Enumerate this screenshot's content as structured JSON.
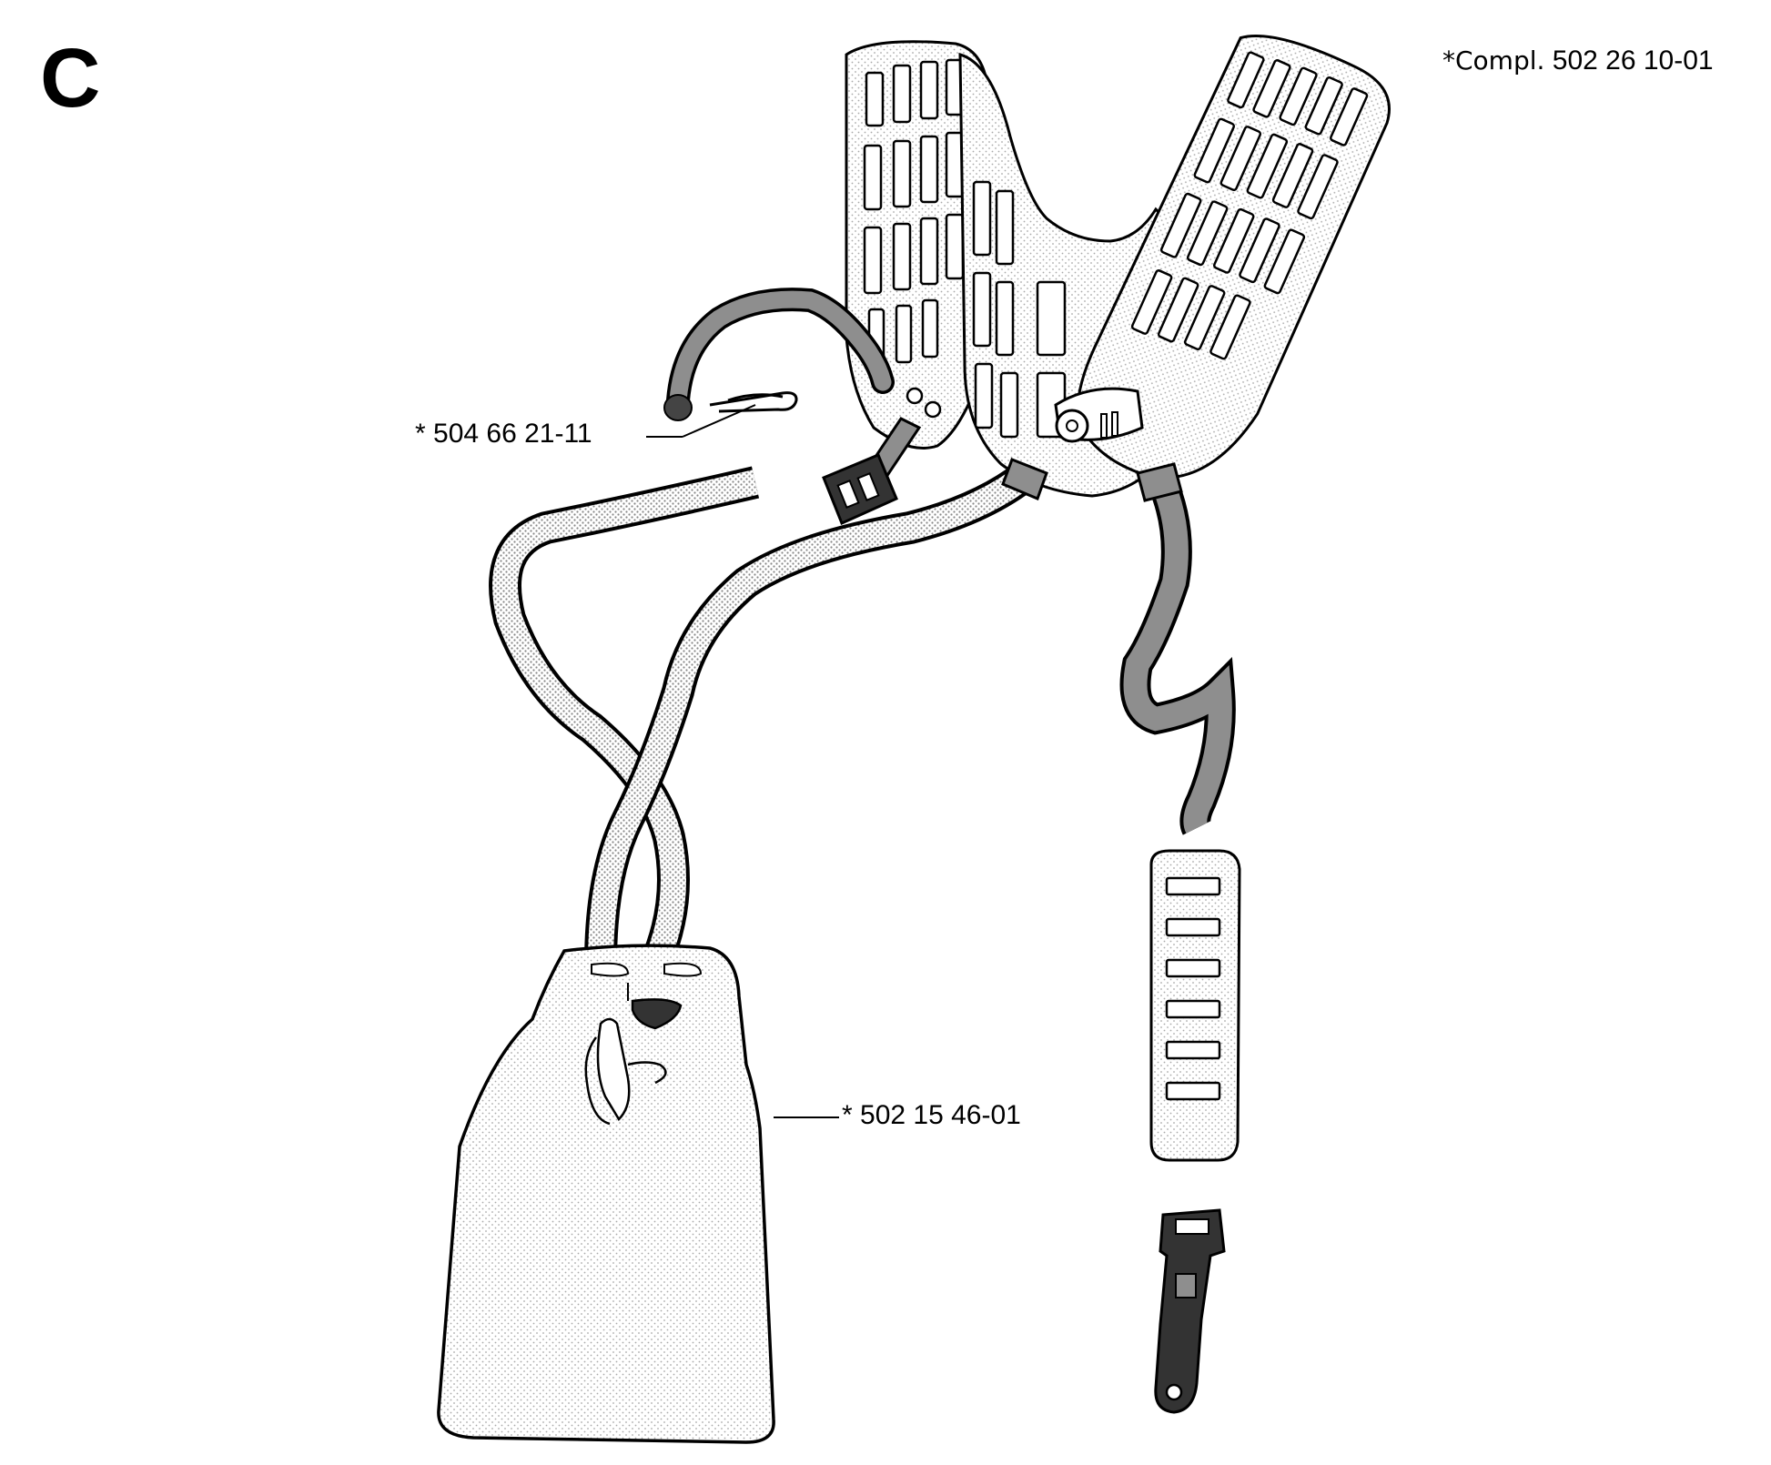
{
  "section_letter": "C",
  "complete_assembly": {
    "prefix": "*Compl.",
    "number": "502 26 10-01"
  },
  "callouts": [
    {
      "id": "pin",
      "text": "* 504 66 21-11"
    },
    {
      "id": "hip-pad",
      "text": "* 502 15 46-01"
    }
  ],
  "colors": {
    "line": "#000000",
    "strap_fill": "#8e8e8e",
    "pad_fill": "#e4e4e4",
    "background": "#ffffff"
  }
}
